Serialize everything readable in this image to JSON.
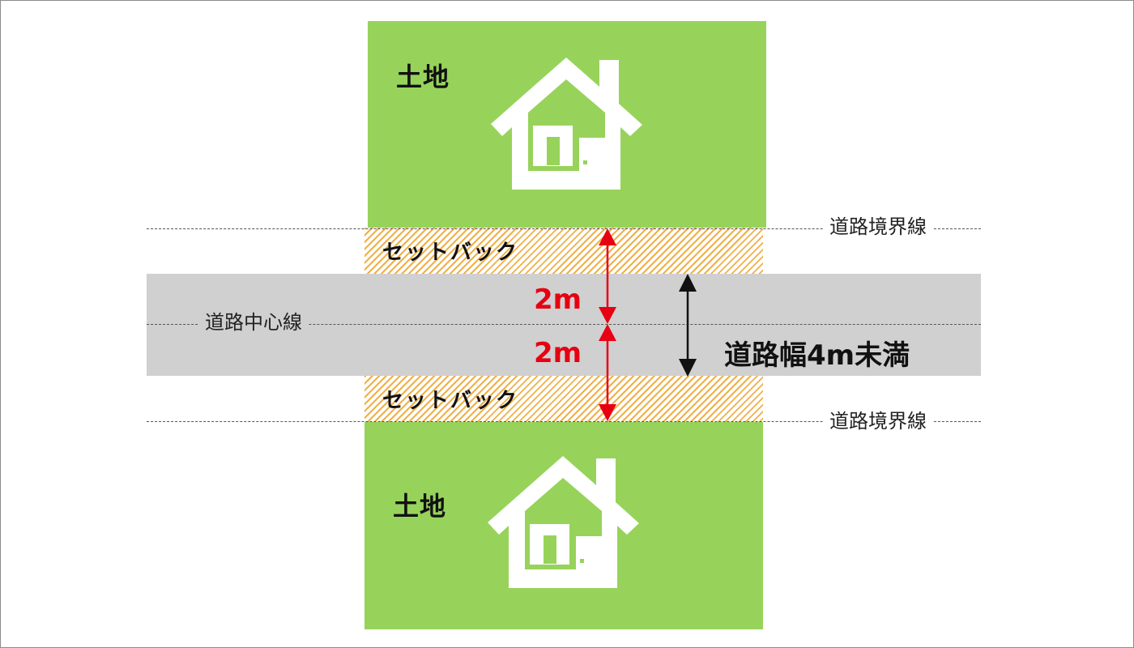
{
  "land": {
    "label": "土地"
  },
  "setback": {
    "label": "セットバック"
  },
  "lines": {
    "boundary": "道路境界線",
    "center": "道路中心線"
  },
  "dimensions": {
    "upper": "2m",
    "lower": "2m",
    "road_width": "道路幅4m未満"
  },
  "colors": {
    "land": "#97d35a",
    "road": "#d0d0d0",
    "setback_hatch": "#f0b049",
    "dimension_arrow": "#e60012",
    "width_arrow": "#111111"
  },
  "icons": [
    "house-icon"
  ]
}
